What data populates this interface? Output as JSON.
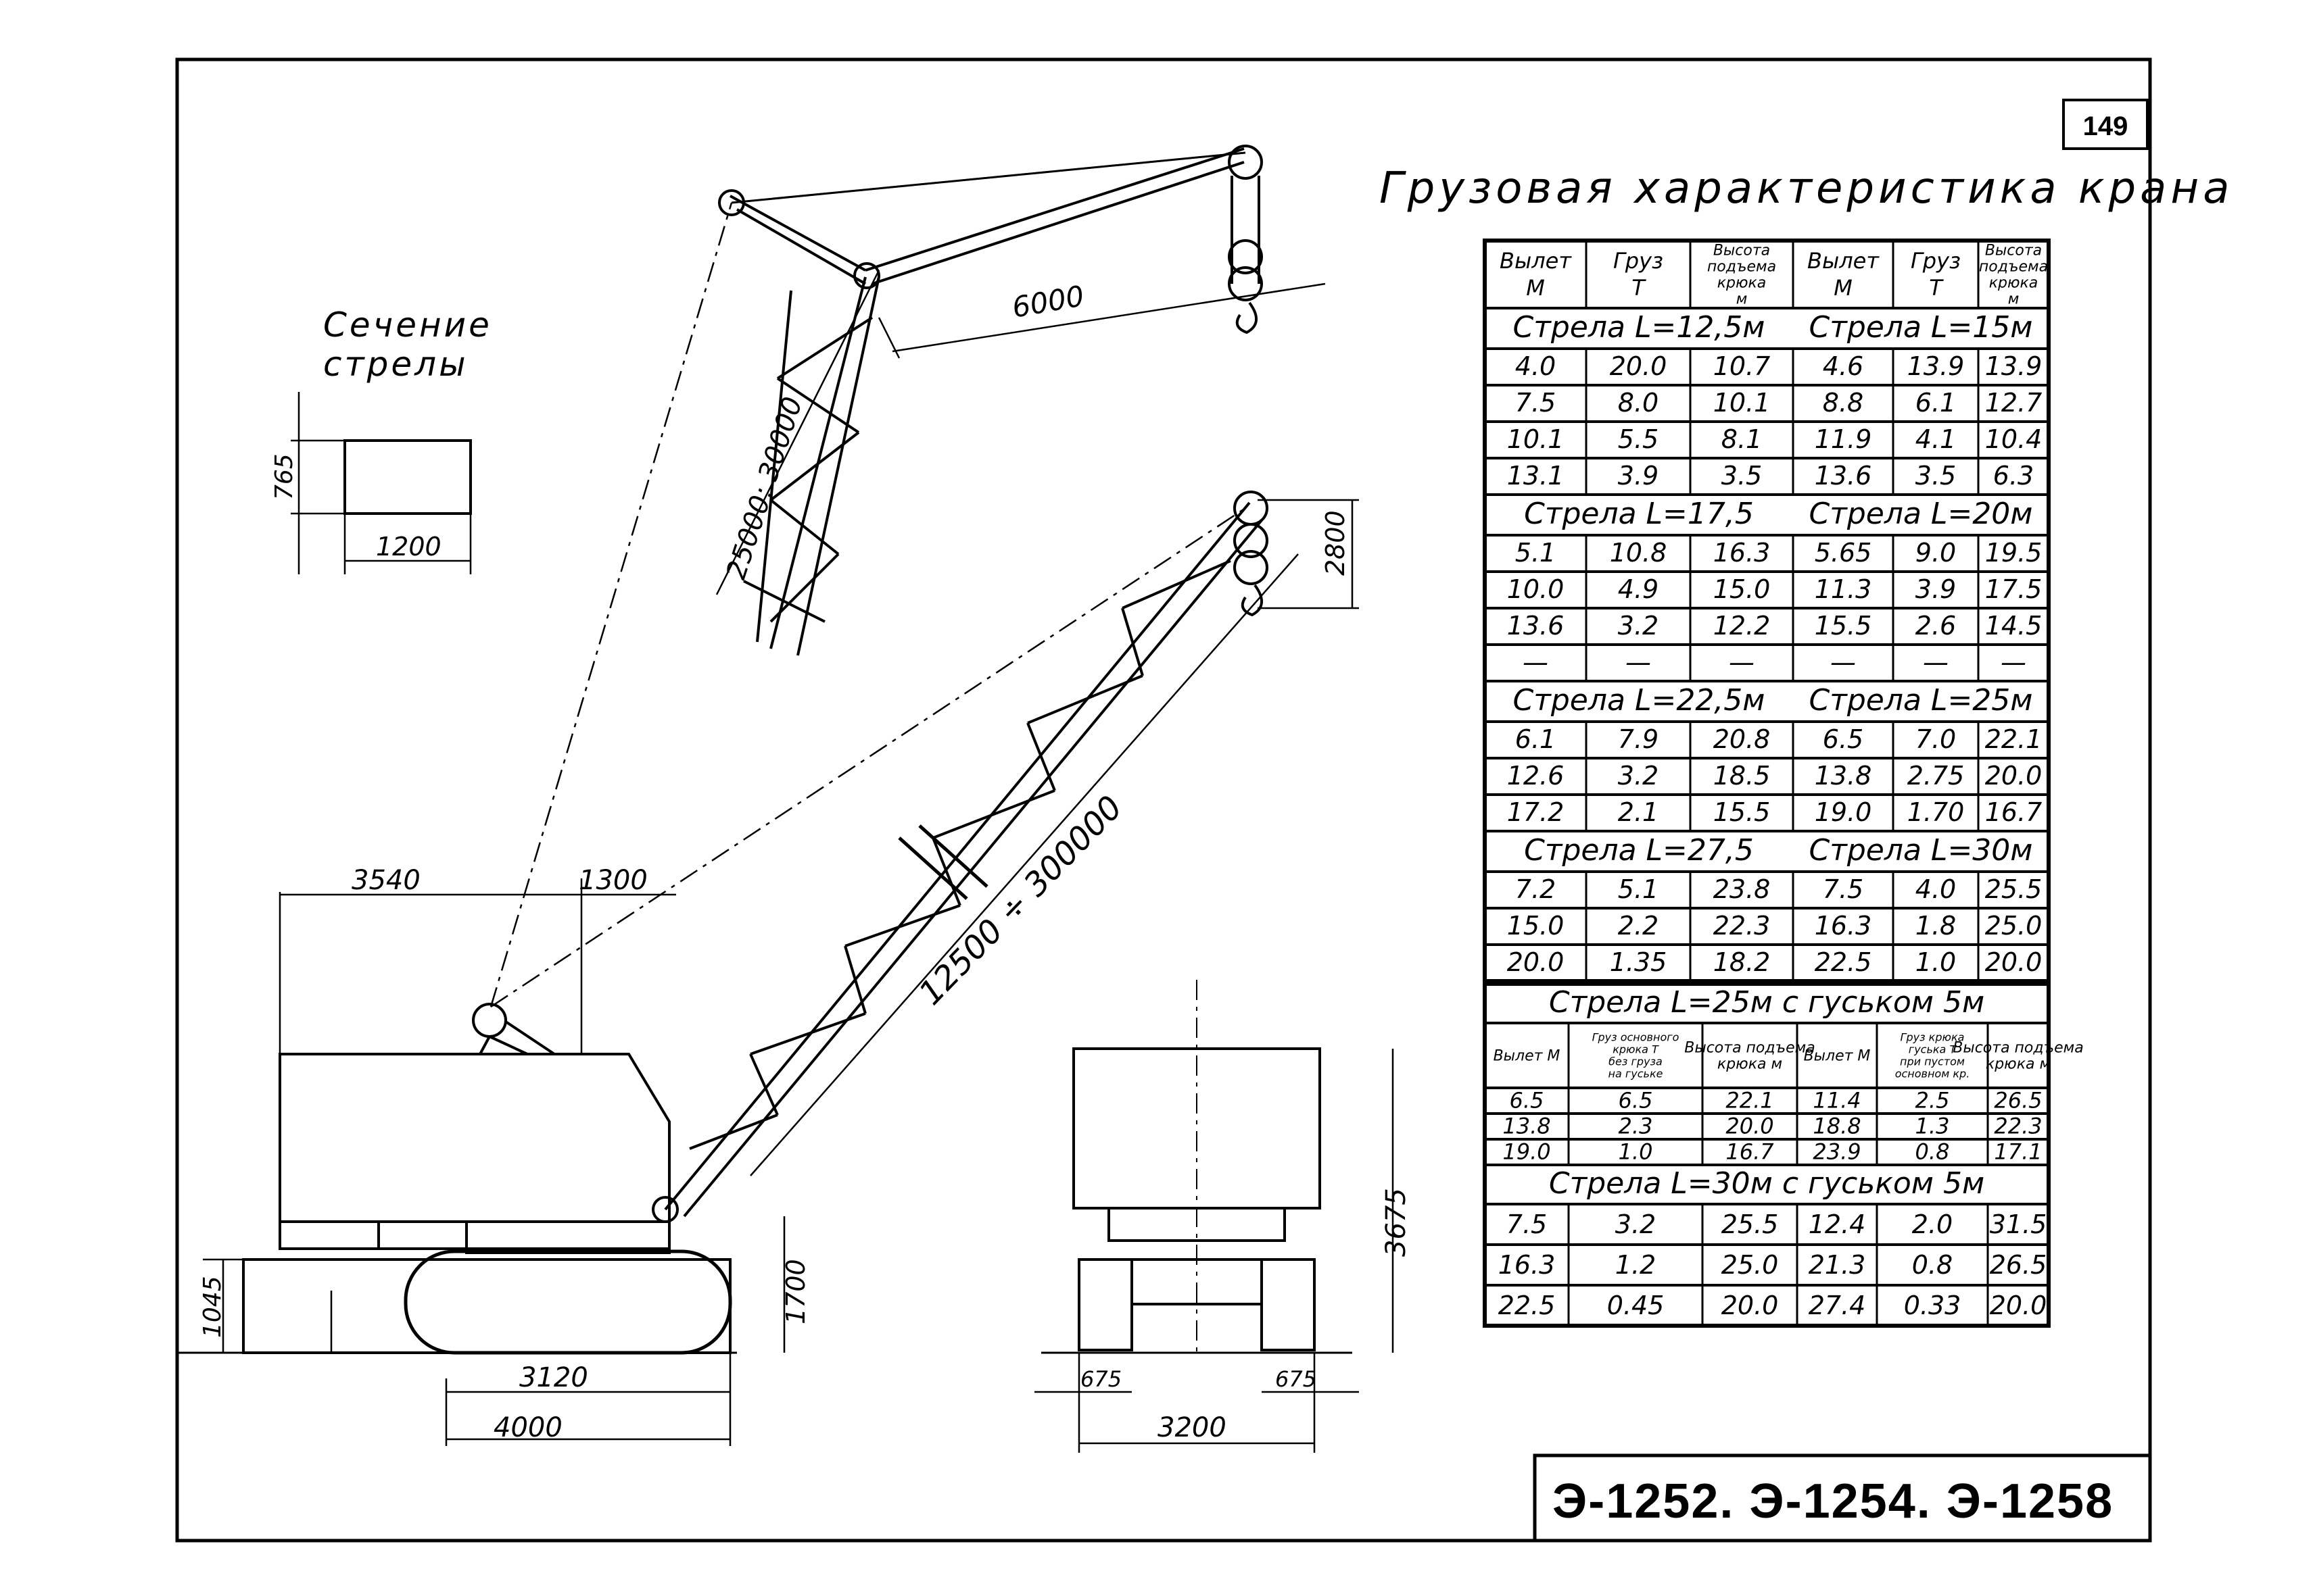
{
  "page_number": "149",
  "title": "Грузовая характеристика крана",
  "drawing_code": "Э-1252. Э-1254. Э-1258",
  "section": {
    "label_line1": "Сечение",
    "label_line2": "стрелы",
    "width": "1200",
    "height": "765"
  },
  "dimensions": {
    "jib": "6000",
    "extension": "25000; 30000",
    "tip": "2800",
    "boom": "12500 ÷ 300000",
    "rear": "3540",
    "front": "1300",
    "ground_left": "1045",
    "pivot_height": "1700",
    "track_base": "3120",
    "track_length": "4000",
    "rear_height": "3675",
    "track_left": "675",
    "track_right": "675",
    "rear_width": "3200"
  },
  "main_table": {
    "header": [
      "Вылет М",
      "Груз Т",
      "Высота подъема крюка м",
      "Вылет М",
      "Груз Т",
      "Высота подъема крюка м"
    ],
    "groups": [
      {
        "left_title": "Стрела L=12,5м",
        "right_title": "Стрела L=15м",
        "rows": [
          [
            "4.0",
            "20.0",
            "10.7",
            "4.6",
            "13.9",
            "13.9"
          ],
          [
            "7.5",
            "8.0",
            "10.1",
            "8.8",
            "6.1",
            "12.7"
          ],
          [
            "10.1",
            "5.5",
            "8.1",
            "11.9",
            "4.1",
            "10.4"
          ],
          [
            "13.1",
            "3.9",
            "3.5",
            "13.6",
            "3.5",
            "6.3"
          ]
        ]
      },
      {
        "left_title": "Стрела L=17,5",
        "right_title": "Стрела L=20м",
        "rows": [
          [
            "5.1",
            "10.8",
            "16.3",
            "5.65",
            "9.0",
            "19.5"
          ],
          [
            "10.0",
            "4.9",
            "15.0",
            "11.3",
            "3.9",
            "17.5"
          ],
          [
            "13.6",
            "3.2",
            "12.2",
            "15.5",
            "2.6",
            "14.5"
          ],
          [
            "—",
            "—",
            "—",
            "—",
            "—",
            "—"
          ]
        ]
      },
      {
        "left_title": "Стрела L=22,5м",
        "right_title": "Стрела L=25м",
        "rows": [
          [
            "6.1",
            "7.9",
            "20.8",
            "6.5",
            "7.0",
            "22.1"
          ],
          [
            "12.6",
            "3.2",
            "18.5",
            "13.8",
            "2.75",
            "20.0"
          ],
          [
            "17.2",
            "2.1",
            "15.5",
            "19.0",
            "1.70",
            "16.7"
          ]
        ]
      },
      {
        "left_title": "Стрела L=27,5",
        "right_title": "Стрела L=30м",
        "rows": [
          [
            "7.2",
            "5.1",
            "23.8",
            "7.5",
            "4.0",
            "25.5"
          ],
          [
            "15.0",
            "2.2",
            "22.3",
            "16.3",
            "1.8",
            "25.0"
          ],
          [
            "20.0",
            "1.35",
            "18.2",
            "22.5",
            "1.0",
            "20.0"
          ]
        ]
      }
    ]
  },
  "jib_table": {
    "title1": "Стрела L=25м с гуськом 5м",
    "header": [
      "Вылет М",
      "Груз основного крюка Т без груза на гуське",
      "Высота подъема крюка м",
      "Вылет М",
      "Груз крюка гуська Т при пустом основном кр.",
      "Высота подъема крюка м"
    ],
    "rows1": [
      [
        "6.5",
        "6.5",
        "22.1",
        "11.4",
        "2.5",
        "26.5"
      ],
      [
        "13.8",
        "2.3",
        "20.0",
        "18.8",
        "1.3",
        "22.3"
      ],
      [
        "19.0",
        "1.0",
        "16.7",
        "23.9",
        "0.8",
        "17.1"
      ]
    ],
    "title2": "Стрела L=30м с гуськом 5м",
    "rows2": [
      [
        "7.5",
        "3.2",
        "25.5",
        "12.4",
        "2.0",
        "31.5"
      ],
      [
        "16.3",
        "1.2",
        "25.0",
        "21.3",
        "0.8",
        "26.5"
      ],
      [
        "22.5",
        "0.45",
        "20.0",
        "27.4",
        "0.33",
        "20.0"
      ]
    ]
  }
}
